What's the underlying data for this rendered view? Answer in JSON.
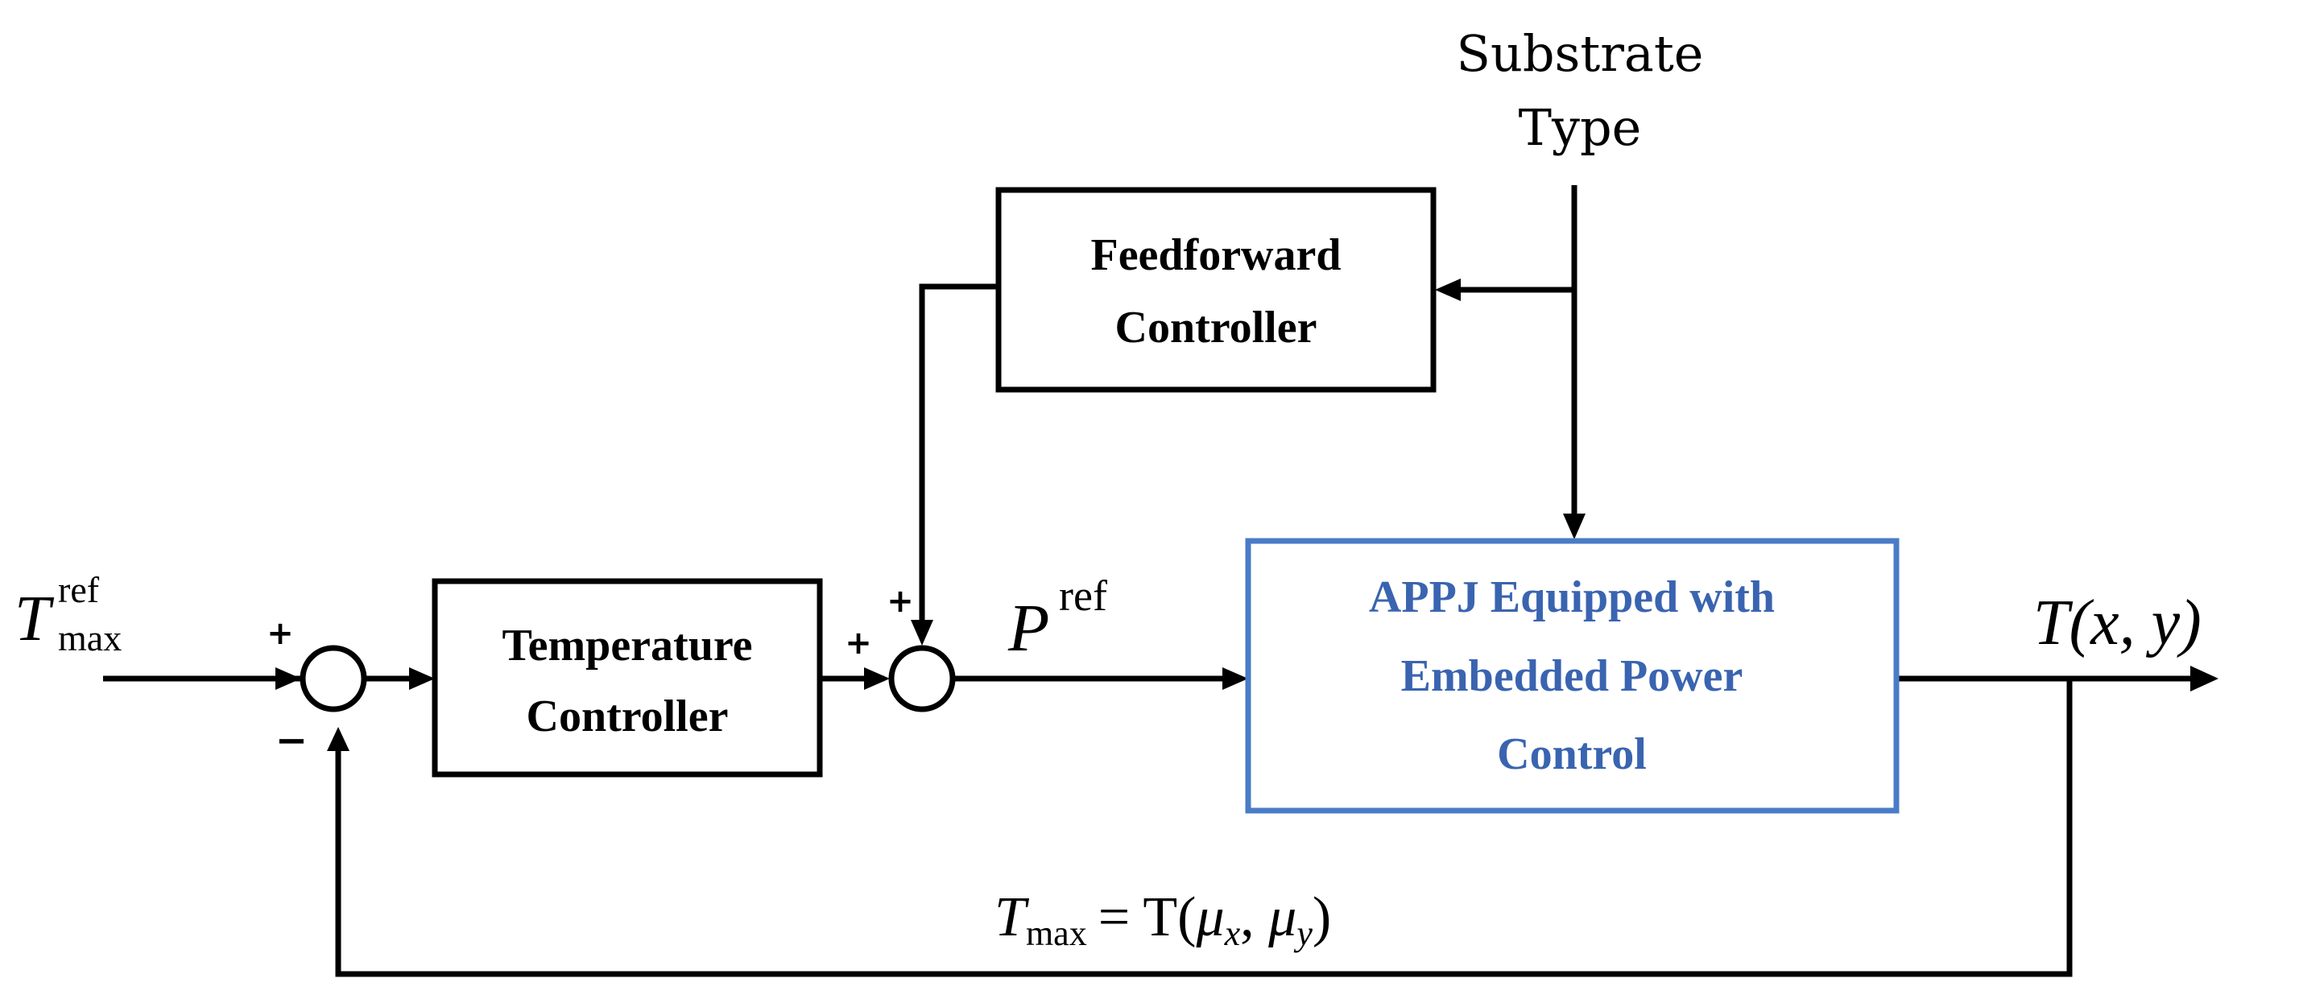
{
  "inputs": {
    "reference": {
      "symbol": "T",
      "sup": "ref",
      "sub": "max"
    },
    "disturbance": {
      "line1": "Substrate",
      "line2": "Type"
    }
  },
  "blocks": {
    "feedforward": {
      "line1": "Feedforward",
      "line2": "Controller"
    },
    "temperature": {
      "line1": "Temperature",
      "line2": "Controller"
    },
    "plant": {
      "line1": "APPJ Equipped with",
      "line2": "Embedded Power",
      "line3": "Control",
      "border_color": "#4a7cc7",
      "text_color": "#3a64b0"
    }
  },
  "signals": {
    "power_ref": {
      "symbol": "P",
      "sup": "ref"
    },
    "output": {
      "text": "T(x, y)"
    },
    "feedback": {
      "lhs": "T",
      "lhs_sub": "max",
      "rhs_prefix": "= T(",
      "mu": "μ",
      "sub_x": "x",
      "sep": ", ",
      "sub_y": "y",
      "close": ")"
    }
  },
  "signs": {
    "sum1_top": "+",
    "sum1_bottom": "−",
    "sum2_left": "+",
    "sum2_top": "+"
  }
}
